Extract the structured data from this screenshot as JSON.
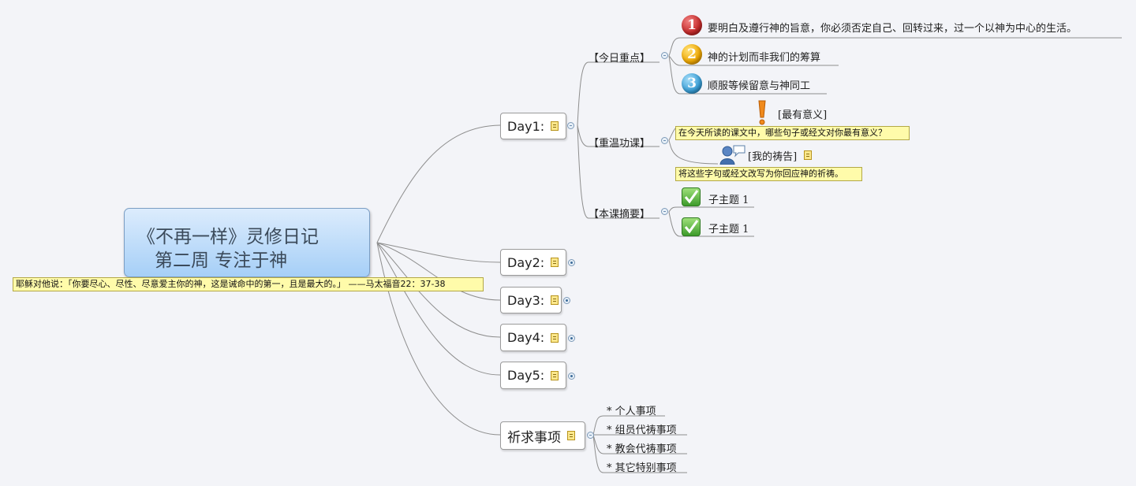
{
  "central": {
    "title_line1": "《不再一样》灵修日记",
    "title_line2": "第二周 专注于神",
    "callout": "耶稣对他说：「你要尽心、尽性、尽意爱主你的神，这是诫命中的第一，且是最大的。」 ——马太福音22：37-38"
  },
  "days": [
    {
      "label": "Day1:"
    },
    {
      "label": "Day2:"
    },
    {
      "label": "Day3:"
    },
    {
      "label": "Day4:"
    },
    {
      "label": "Day5:"
    }
  ],
  "day1": {
    "focus": {
      "label": "【今日重点】",
      "items": [
        {
          "number": "1",
          "text": "要明白及遵行神的旨意，你必须否定自己、回转过来，过一个以神为中心的生活。",
          "color": "#c62b2b"
        },
        {
          "number": "2",
          "text": "神的计划而非我们的筹算",
          "color": "#f0a800"
        },
        {
          "number": "3",
          "text": "顺服等候留意与神同工",
          "color": "#3aa0d8"
        }
      ]
    },
    "review": {
      "label": "【重温功课】",
      "meaningful": {
        "label": "[最有意义]",
        "callout": "在今天所读的课文中，哪些句子或经文对你最有意义？"
      },
      "prayer": {
        "label": "[我的祷告]",
        "callout": "将这些字句或经文改写为你回应神的祈祷。"
      }
    },
    "summary": {
      "label": "【本课摘要】",
      "items": [
        {
          "text": "子主题 1"
        },
        {
          "text": "子主题 1"
        }
      ]
    }
  },
  "prayer_items": {
    "label": "祈求事项",
    "items": [
      {
        "text": "* 个人事项"
      },
      {
        "text": "* 组员代祷事项"
      },
      {
        "text": "* 教会代祷事项"
      },
      {
        "text": "* 其它特别事项"
      }
    ]
  },
  "colors": {
    "link": "#8e8e8e",
    "callout_bg": "#fffbaa",
    "central_top": "#dcecfd",
    "central_bottom": "#a6cff7"
  }
}
